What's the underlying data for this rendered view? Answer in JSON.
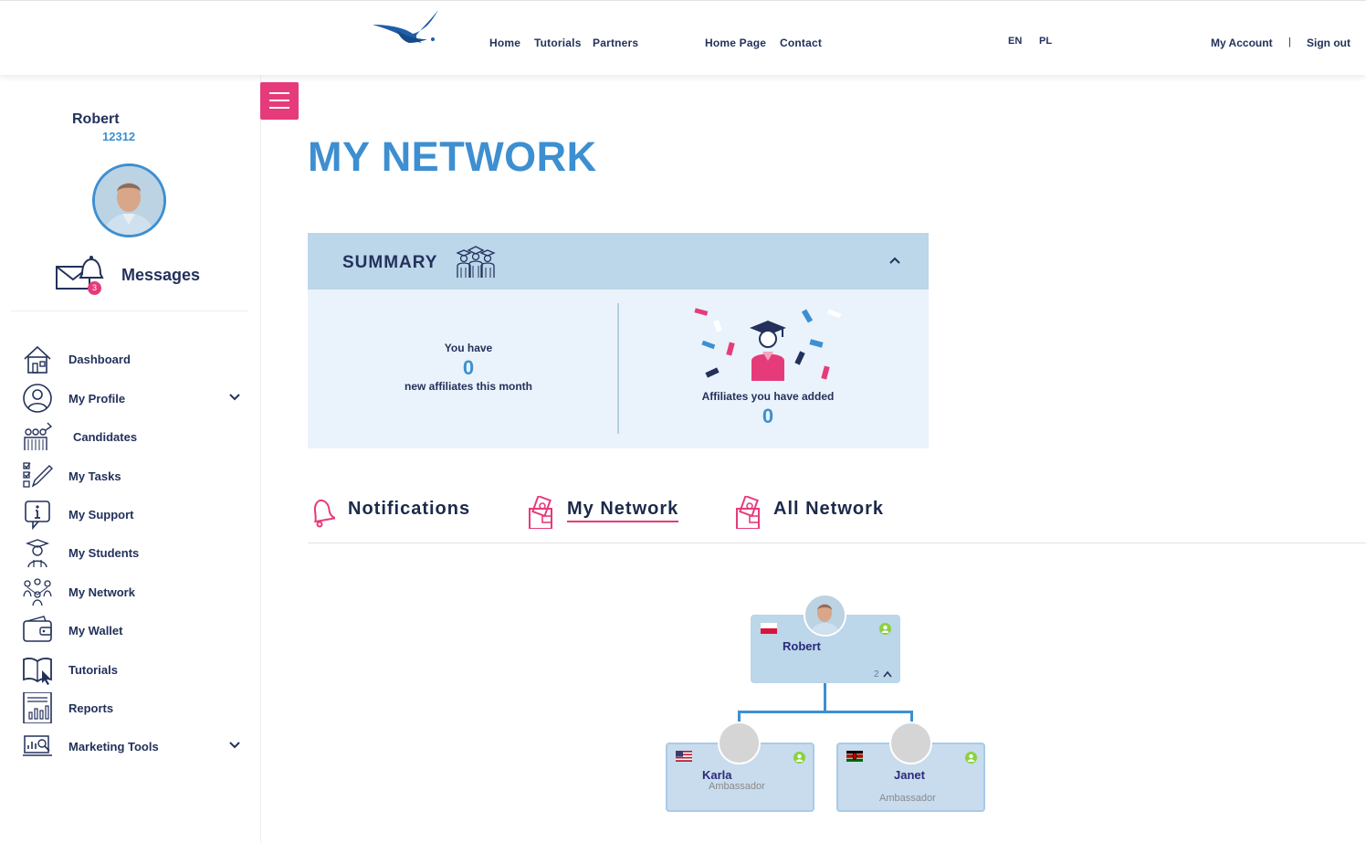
{
  "topnav": {
    "items": [
      "Home",
      "Tutorials",
      "Partners",
      "Home Page",
      "Contact"
    ],
    "languages": [
      "EN",
      "PL"
    ],
    "my_account": "My Account",
    "separator": "|",
    "sign_out": "Sign out"
  },
  "user": {
    "name": "Robert",
    "id": "12312",
    "messages_label": "Messages",
    "messages_count": "3"
  },
  "sidebar": {
    "items": [
      {
        "label": "Dashboard",
        "icon": "home-icon"
      },
      {
        "label": "My Profile",
        "icon": "profile-icon",
        "expandable": true
      },
      {
        "label": "Candidates",
        "icon": "candidates-icon"
      },
      {
        "label": "My Tasks",
        "icon": "tasks-icon"
      },
      {
        "label": "My Support",
        "icon": "support-info-icon"
      },
      {
        "label": "My Students",
        "icon": "student-icon"
      },
      {
        "label": "My Network",
        "icon": "network-icon"
      },
      {
        "label": "My Wallet",
        "icon": "wallet-icon"
      },
      {
        "label": "Tutorials",
        "icon": "book-icon"
      },
      {
        "label": "Reports",
        "icon": "report-icon"
      },
      {
        "label": "Marketing Tools",
        "icon": "marketing-icon",
        "expandable": true
      }
    ]
  },
  "page": {
    "title": "MY NETWORK"
  },
  "summary": {
    "title": "SUMMARY",
    "left_top": "You have",
    "left_value": "0",
    "left_bottom": "new affiliates this month",
    "right_label": "Affiliates you have added",
    "right_value": "0"
  },
  "tabs": [
    {
      "label": "Notifications",
      "icon": "bell-icon",
      "active": false
    },
    {
      "label": "My Network",
      "icon": "money-wallet-icon",
      "active": true
    },
    {
      "label": "All Network",
      "icon": "money-wallet-icon",
      "active": false
    }
  ],
  "tree": {
    "root": {
      "name": "Robert",
      "flag": "Poland",
      "children_count": "2"
    },
    "children": [
      {
        "name": "Karla",
        "role": "Ambassador",
        "flag": "United States"
      },
      {
        "name": "Janet",
        "role": "Ambassador",
        "flag": "Kenya"
      }
    ]
  },
  "colors": {
    "accent_blue": "#3d8fd1",
    "navy": "#23315b",
    "pink": "#e63b7a",
    "panel_blue": "#bcd6ea",
    "panel_light": "#eaf3fb",
    "status_green": "#8bd13f"
  }
}
